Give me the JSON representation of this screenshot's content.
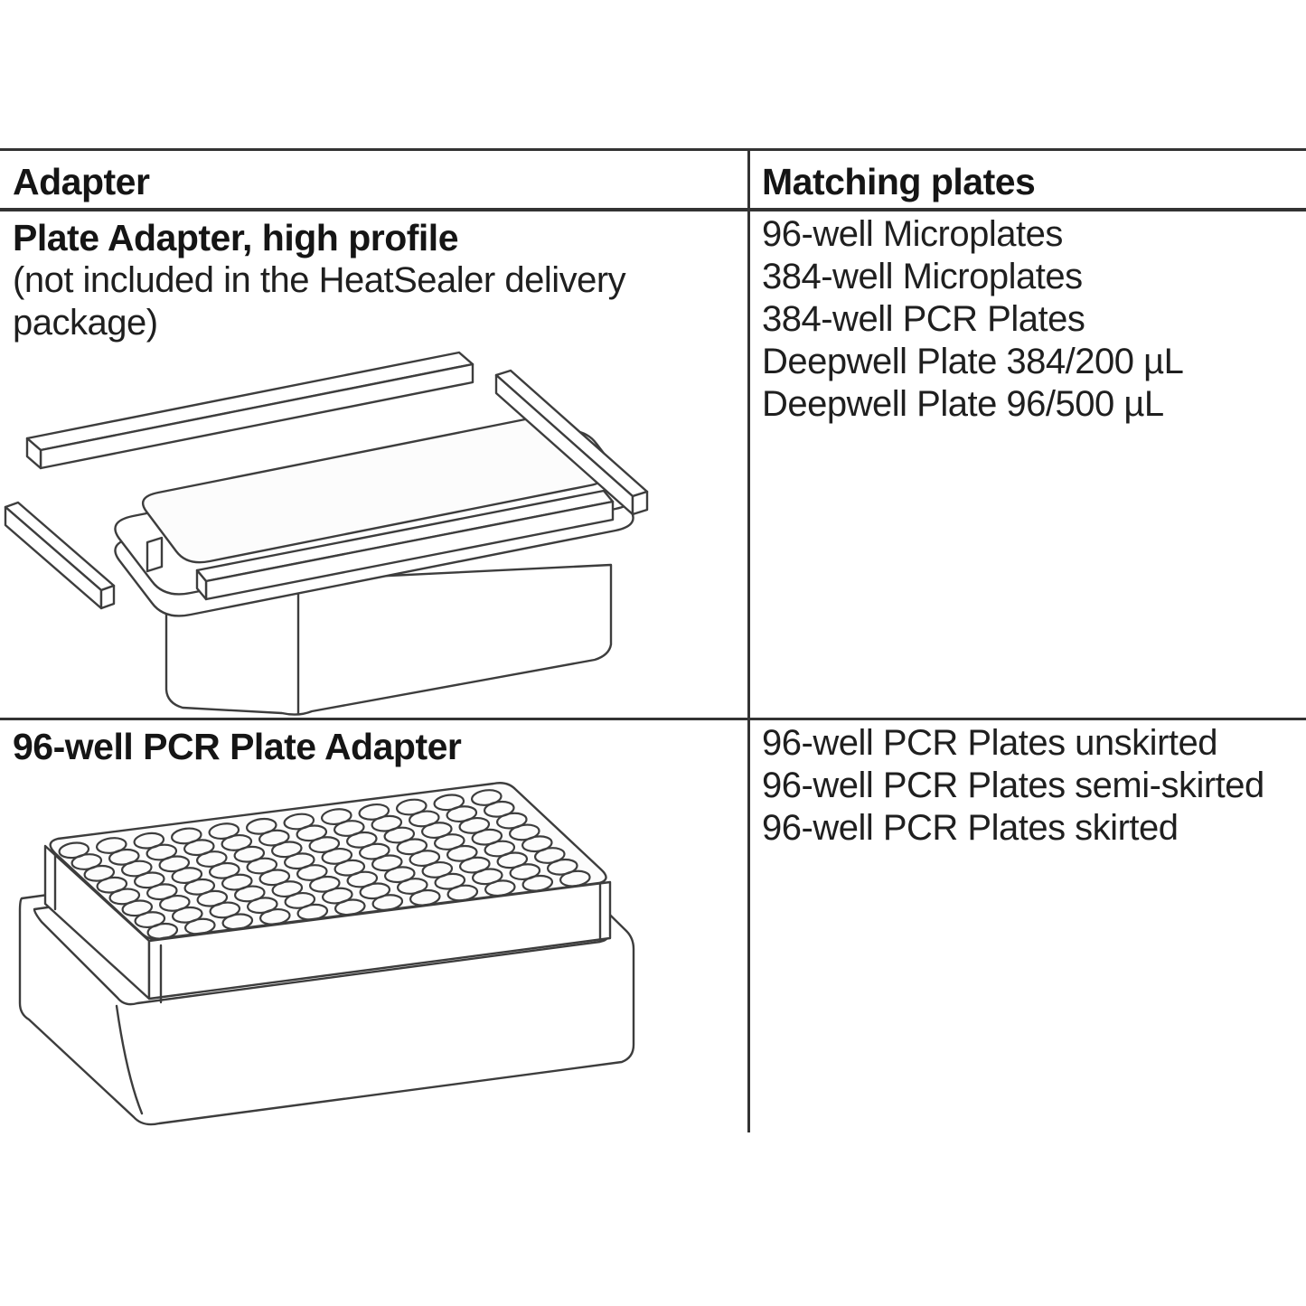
{
  "table": {
    "header": {
      "adapter": "Adapter",
      "matching_plates": "Matching plates"
    },
    "rows": [
      {
        "adapter_title": "Plate Adapter, high profile",
        "adapter_note_lines": [
          "(not included in the HeatSealer delivery",
          "package)"
        ],
        "illustration": "plate-adapter-high-profile-line-drawing",
        "matching_plates": [
          "96-well Microplates",
          "384-well Microplates",
          "384-well PCR Plates",
          "Deepwell Plate 384/200 µL",
          "Deepwell Plate 96/500 µL"
        ]
      },
      {
        "adapter_title": "96-well PCR Plate Adapter",
        "illustration": "96-well-pcr-plate-adapter-line-drawing",
        "matching_plates": [
          "96-well PCR Plates unskirted",
          "96-well PCR Plates semi-skirted",
          "96-well PCR Plates skirted"
        ]
      }
    ]
  },
  "colors": {
    "background": "#ffffff",
    "text": "#1f1f1f",
    "table_lines": "#333333",
    "drawing_lines": "#3d3d3d"
  }
}
